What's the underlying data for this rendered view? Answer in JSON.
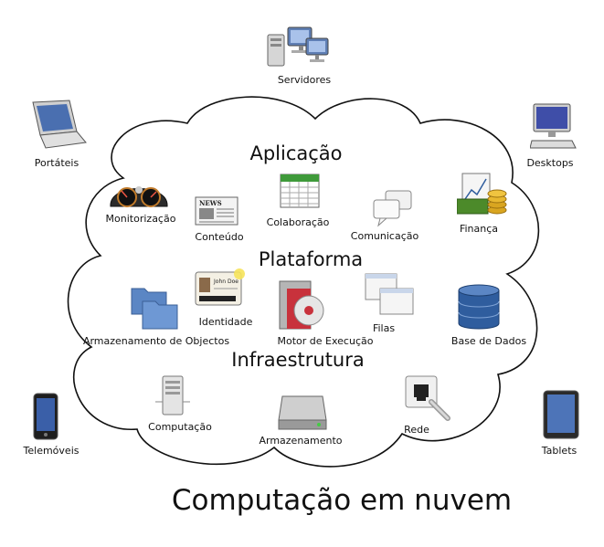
{
  "title": "Computação em nuvem",
  "sections": {
    "application": "Aplicação",
    "platform": "Plataforma",
    "infrastructure": "Infraestrutura"
  },
  "devices": {
    "servers": "Servidores",
    "laptops": "Portáteis",
    "desktops": "Desktops",
    "phones": "Telemóveis",
    "tablets": "Tablets"
  },
  "application_items": {
    "monitoring": "Monitorização",
    "content": "Conteúdo",
    "collaboration": "Colaboração",
    "communication": "Comunicação",
    "finance": "Finança"
  },
  "platform_items": {
    "identity": "Identidade",
    "object_storage": "Armazenamento de Objectos",
    "runtime": "Motor de Execução",
    "queues": "Filas",
    "database": "Base de Dados"
  },
  "infrastructure_items": {
    "compute": "Computação",
    "block_storage": "Armazenamento",
    "network": "Rede"
  },
  "id_card": {
    "name": "John Doe"
  },
  "newspaper": {
    "masthead": "NEWS"
  },
  "colors": {
    "cloud_stroke": "#111111",
    "folder_blue": "#5b86c4",
    "database_blue": "#2f5d9e",
    "spreadsheet_green": "#3f9a3a",
    "money_green": "#4c8a2a",
    "coin_gold": "#d9a520",
    "cd_red": "#c8323c"
  }
}
